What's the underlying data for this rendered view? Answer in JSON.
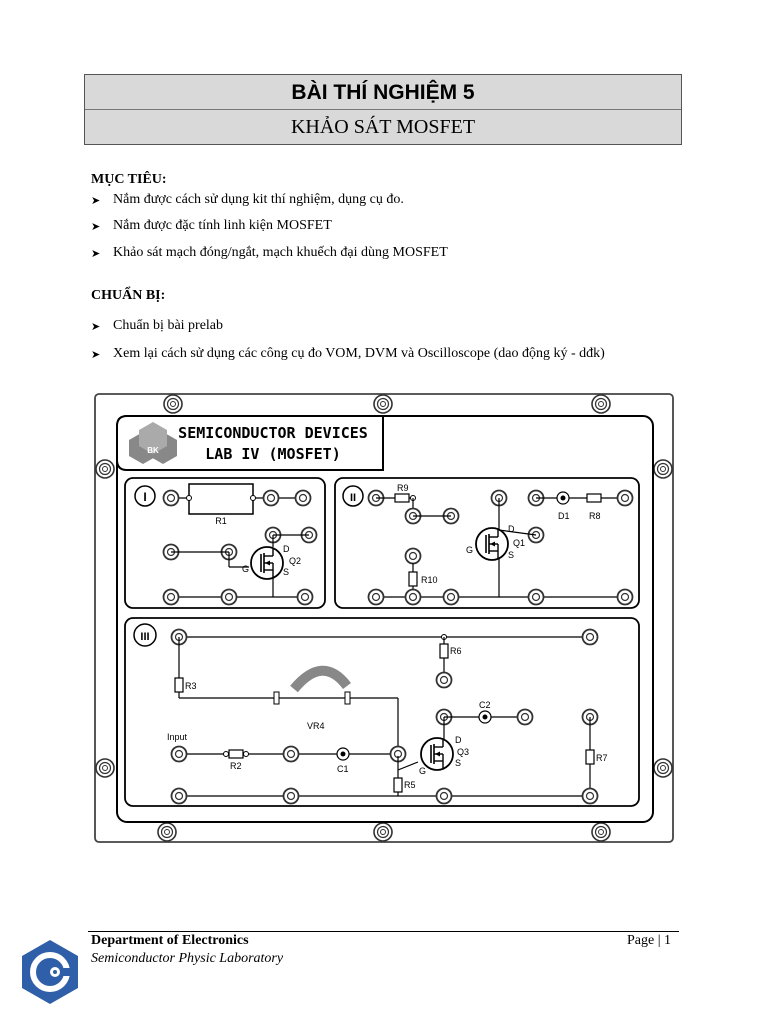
{
  "header": {
    "title": "BÀI THÍ NGHIỆM 5",
    "subtitle": "KHẢO SÁT MOSFET"
  },
  "objectives": {
    "heading": "MỤC TIÊU:",
    "items": [
      "Nắm được cách sử dụng kit thí nghiệm, dụng cụ đo.",
      "Nắm được đặc tính linh kiện MOSFET",
      "Khảo sát mạch đóng/ngắt, mạch khuếch đại dùng MOSFET"
    ]
  },
  "preparation": {
    "heading": "CHUẨN BỊ:",
    "items": [
      "Chuẩn bị bài prelab",
      "Xem lại cách sử dụng các công cụ đo VOM, DVM và Oscilloscope (dao động ký - dđk)"
    ]
  },
  "lab_board": {
    "title_line1": "SEMICONDUCTOR DEVICES",
    "title_line2": "LAB IV (MOSFET)",
    "logo_text": "BK",
    "section_labels": [
      "I",
      "II",
      "III"
    ],
    "components": {
      "r1": "R1",
      "q2": "Q2",
      "r9": "R9",
      "d1": "D1",
      "r8": "R8",
      "q1": "Q1",
      "r10": "R10",
      "r6": "R6",
      "r3": "R3",
      "vr4": "VR4",
      "input": "Input",
      "r2": "R2",
      "c1": "C1",
      "c2": "C2",
      "q3": "Q3",
      "r5": "R5",
      "r7": "R7",
      "d": "D",
      "g": "G",
      "s": "S"
    }
  },
  "footer": {
    "department": "Department of Electronics",
    "laboratory": "Semiconductor Physic Laboratory",
    "page": "Page | 1"
  }
}
